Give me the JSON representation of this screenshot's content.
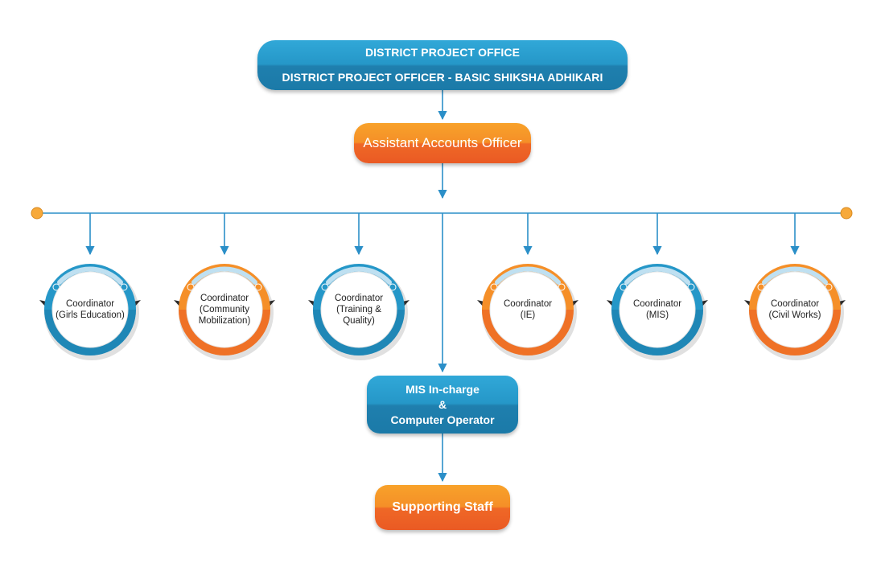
{
  "top": {
    "line1": "DISTRICT PROJECT OFFICE",
    "line2": "DISTRICT PROJECT OFFICER - BASIC SHIKSHA ADHIKARI"
  },
  "accounts": "Assistant Accounts Officer",
  "coordinators": [
    {
      "lines": [
        "Coordinator",
        "(Girls Education)"
      ],
      "color": "blue"
    },
    {
      "lines": [
        "Coordinator",
        "(Community",
        "Mobilization)"
      ],
      "color": "orange"
    },
    {
      "lines": [
        "Coordinator",
        "(Training &",
        "Quality)"
      ],
      "color": "blue"
    },
    {
      "lines": [
        "Coordinator",
        "(IE)"
      ],
      "color": "orange"
    },
    {
      "lines": [
        "Coordinator",
        "(MIS)"
      ],
      "color": "blue"
    },
    {
      "lines": [
        "Coordinator",
        "(Civil Works)"
      ],
      "color": "orange"
    }
  ],
  "mis": {
    "line1": "MIS In-charge",
    "line2": "&",
    "line3": "Computer Operator"
  },
  "staff": "Supporting Staff",
  "colors": {
    "blue": "#2597c8",
    "blue_dark": "#1b7aa8",
    "orange": "#f58f28",
    "orange_dark": "#ea5a24",
    "connector": "#2b8fc8",
    "endpoint": "#f7a93a"
  }
}
